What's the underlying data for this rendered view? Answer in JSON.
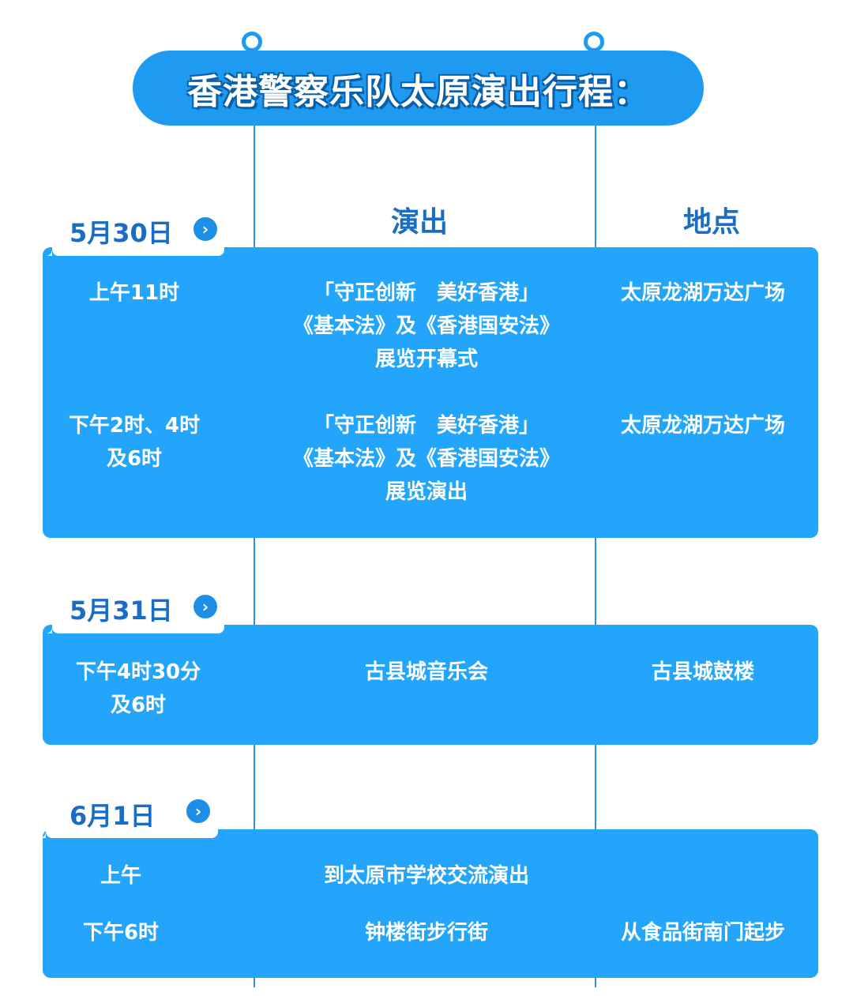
{
  "title": "香港警察乐队太原演出行程：",
  "headers": {
    "show": "演出",
    "place": "地点"
  },
  "days": [
    {
      "date": "5月30日",
      "rows": [
        {
          "time": [
            "上午11时"
          ],
          "show": [
            "「守正创新　美好香港」",
            "《基本法》及《香港国安法》",
            "展览开幕式"
          ],
          "place": "太原龙湖万达广场"
        },
        {
          "time": [
            "下午2时、4时",
            "及6时"
          ],
          "show": [
            "「守正创新　美好香港」",
            "《基本法》及《香港国安法》",
            "展览演出"
          ],
          "place": "太原龙湖万达广场"
        }
      ]
    },
    {
      "date": "5月31日",
      "rows": [
        {
          "time": [
            "下午4时30分",
            "及6时"
          ],
          "show": [
            "古县城音乐会"
          ],
          "place": "古县城鼓楼"
        }
      ]
    },
    {
      "date": "6月1日",
      "rows": [
        {
          "time": [
            "上午"
          ],
          "show": [
            "到太原市学校交流演出"
          ],
          "place": ""
        },
        {
          "time": [
            "下午6时"
          ],
          "show": [
            "钟楼街步行街"
          ],
          "place": "从食品街南门起步"
        }
      ]
    }
  ],
  "colors": {
    "panel": "#22a5fb",
    "banner": "#1e9bf0",
    "date_text": "#1b6dc1"
  },
  "icons": {
    "date_arrow": "chevron-right-icon",
    "hanger": "hanger-ring-icon"
  }
}
